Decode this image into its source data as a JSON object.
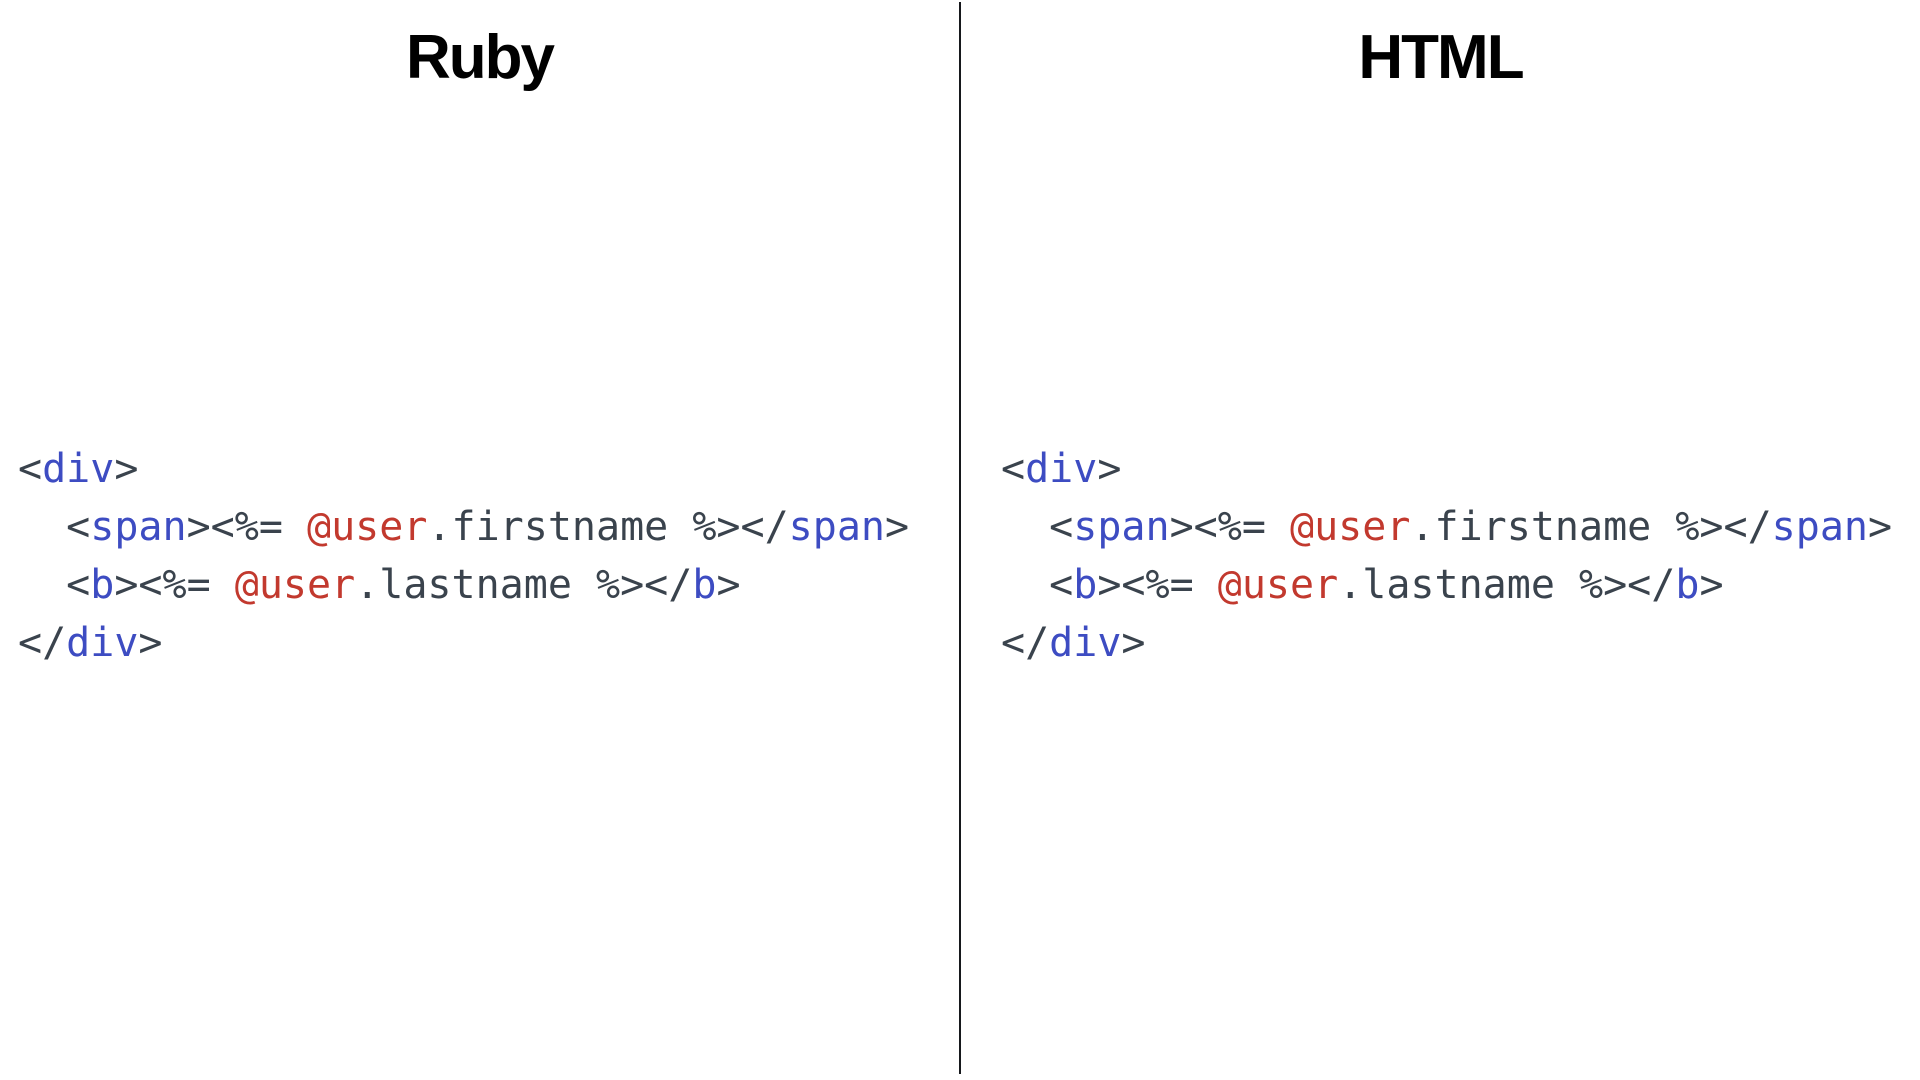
{
  "colors": {
    "background": "#ffffff",
    "divider": "#16181c",
    "heading": "#000000",
    "code_plain": "#3a434d",
    "code_tag": "#3d4cc2",
    "code_variable": "#c2392e"
  },
  "panels": [
    {
      "id": "ruby",
      "title": "Ruby",
      "code_lines": [
        [
          {
            "t": "<",
            "c": "p"
          },
          {
            "t": "div",
            "c": "t"
          },
          {
            "t": ">",
            "c": "p"
          }
        ],
        [
          {
            "t": "  <",
            "c": "p"
          },
          {
            "t": "span",
            "c": "t"
          },
          {
            "t": "><%= ",
            "c": "p"
          },
          {
            "t": "@user",
            "c": "v"
          },
          {
            "t": ".firstname %></",
            "c": "p"
          },
          {
            "t": "span",
            "c": "t"
          },
          {
            "t": ">",
            "c": "p"
          }
        ],
        [
          {
            "t": "  <",
            "c": "p"
          },
          {
            "t": "b",
            "c": "t"
          },
          {
            "t": "><%= ",
            "c": "p"
          },
          {
            "t": "@user",
            "c": "v"
          },
          {
            "t": ".lastname %></",
            "c": "p"
          },
          {
            "t": "b",
            "c": "t"
          },
          {
            "t": ">",
            "c": "p"
          }
        ],
        [
          {
            "t": "</",
            "c": "p"
          },
          {
            "t": "div",
            "c": "t"
          },
          {
            "t": ">",
            "c": "p"
          }
        ]
      ]
    },
    {
      "id": "html",
      "title": "HTML",
      "code_lines": [
        [
          {
            "t": "<",
            "c": "p"
          },
          {
            "t": "div",
            "c": "t"
          },
          {
            "t": ">",
            "c": "p"
          }
        ],
        [
          {
            "t": "  <",
            "c": "p"
          },
          {
            "t": "span",
            "c": "t"
          },
          {
            "t": "><%= ",
            "c": "p"
          },
          {
            "t": "@user",
            "c": "v"
          },
          {
            "t": ".firstname %></",
            "c": "p"
          },
          {
            "t": "span",
            "c": "t"
          },
          {
            "t": ">",
            "c": "p"
          }
        ],
        [
          {
            "t": "  <",
            "c": "p"
          },
          {
            "t": "b",
            "c": "t"
          },
          {
            "t": "><%= ",
            "c": "p"
          },
          {
            "t": "@user",
            "c": "v"
          },
          {
            "t": ".lastname %></",
            "c": "p"
          },
          {
            "t": "b",
            "c": "t"
          },
          {
            "t": ">",
            "c": "p"
          }
        ],
        [
          {
            "t": "</",
            "c": "p"
          },
          {
            "t": "div",
            "c": "t"
          },
          {
            "t": ">",
            "c": "p"
          }
        ]
      ]
    }
  ]
}
